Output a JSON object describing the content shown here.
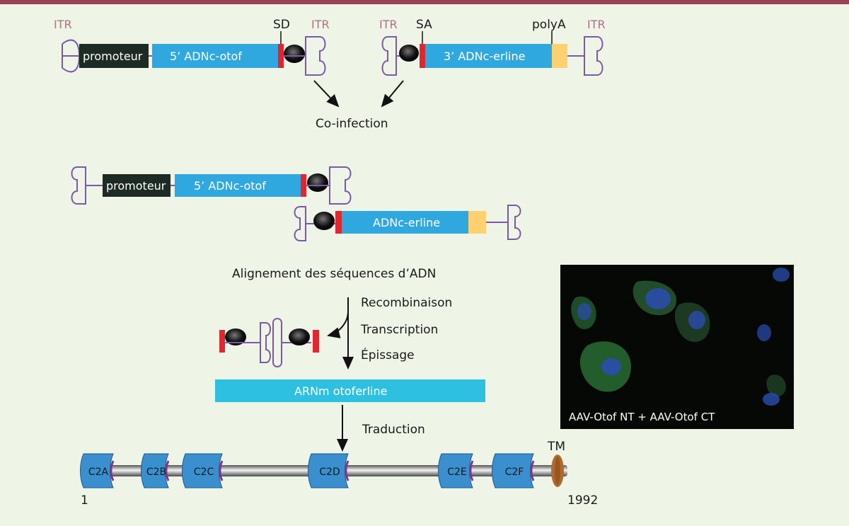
{
  "itr": "ITR",
  "sd": "SD",
  "sa": "SA",
  "polya": "polyA",
  "promoter": "promoteur",
  "five_prime": "5’ ADNc-otof",
  "three_prime": "3’ ADNc-erline",
  "erline": "ADNc-erline",
  "coinfection": "Co-infection",
  "alignment": "Alignement des séquences d’ADN",
  "recombination": "Recombinaison",
  "transcription": "Transcription",
  "splicing": "Épissage",
  "mrna": "ARNm otoferline",
  "translation": "Traduction",
  "domains": [
    "C2A",
    "C2B",
    "C2C",
    "C2D",
    "C2E",
    "C2F"
  ],
  "tm": "TM",
  "start_num": "1",
  "end_num": "1992",
  "photo_caption": "AAV-Otof NT + AAV-Otof CT",
  "colors": {
    "blue": "#2fa8e0",
    "red": "#e0262f",
    "yellow": "#ffd070",
    "dark": "#1e2a24",
    "itr_line": "#7a5aa8",
    "mrna": "#2ec0e0",
    "domain": "#3a8fcf",
    "tm": "#b06a30"
  }
}
